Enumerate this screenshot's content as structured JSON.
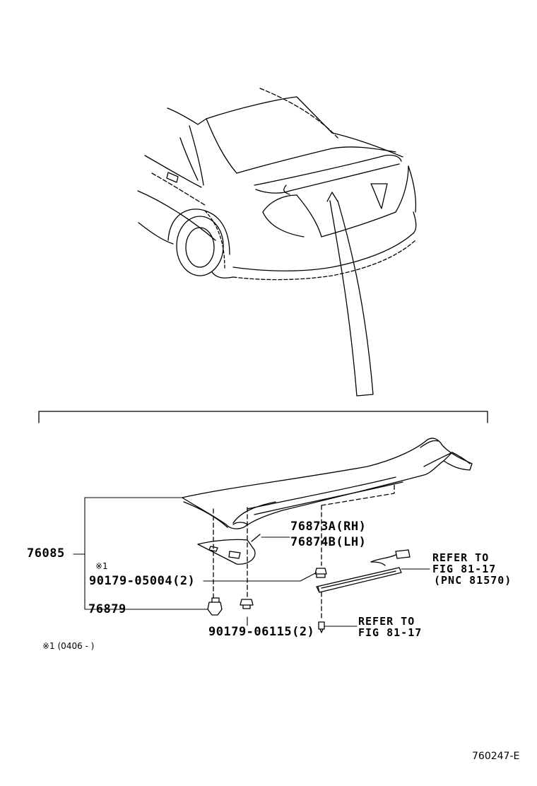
{
  "diagram": {
    "parts": {
      "p76085": "76085",
      "p76873a": "76873A(RH)",
      "p76874b": "76874B(LH)",
      "p90179_05004": "90179-05004(2)",
      "p76879": "76879",
      "p90179_06115": "90179-06115(2)"
    },
    "refs": {
      "ref1_line1": "REFER  TO",
      "ref1_line2": "FIG 81-17",
      "ref1_line3": "(PNC 81570)",
      "ref2_line1": "REFER  TO",
      "ref2_line2": "FIG 81-17"
    },
    "notes": {
      "mark": "※1",
      "footnote": "※1 (0406 -      )"
    },
    "diagram_code": "760247-E"
  }
}
